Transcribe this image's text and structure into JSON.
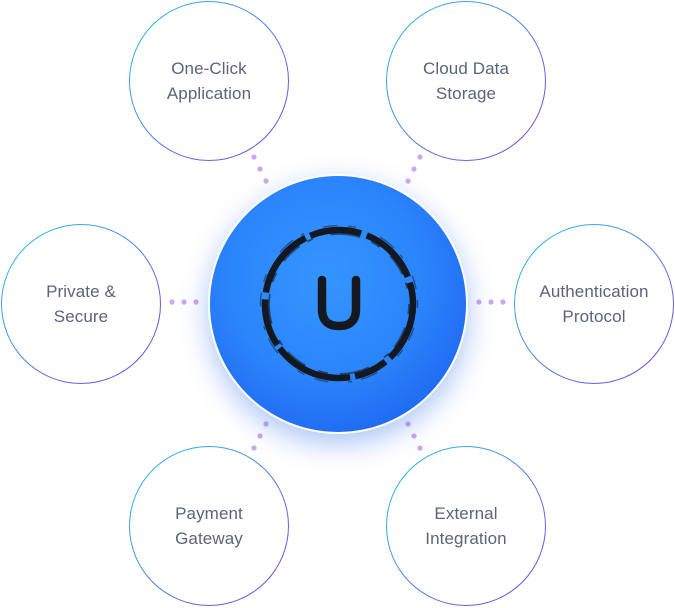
{
  "hub": {
    "logo_letter": "U",
    "colors": {
      "center": "#2f8cff",
      "edge": "#1f68f0",
      "ring": "#141820"
    }
  },
  "features": [
    {
      "label": "One-Click\nApplication"
    },
    {
      "label": "Cloud Data\nStorage"
    },
    {
      "label": "Private &\nSecure"
    },
    {
      "label": "Authentication\nProtocol"
    },
    {
      "label": "Payment\nGateway"
    },
    {
      "label": "External\nIntegration"
    }
  ],
  "colors": {
    "node_border_start": "#26c6e6",
    "node_border_end": "#7b3fe0",
    "connector_dot": "#c9a8f2",
    "label_text": "#5b6478"
  }
}
